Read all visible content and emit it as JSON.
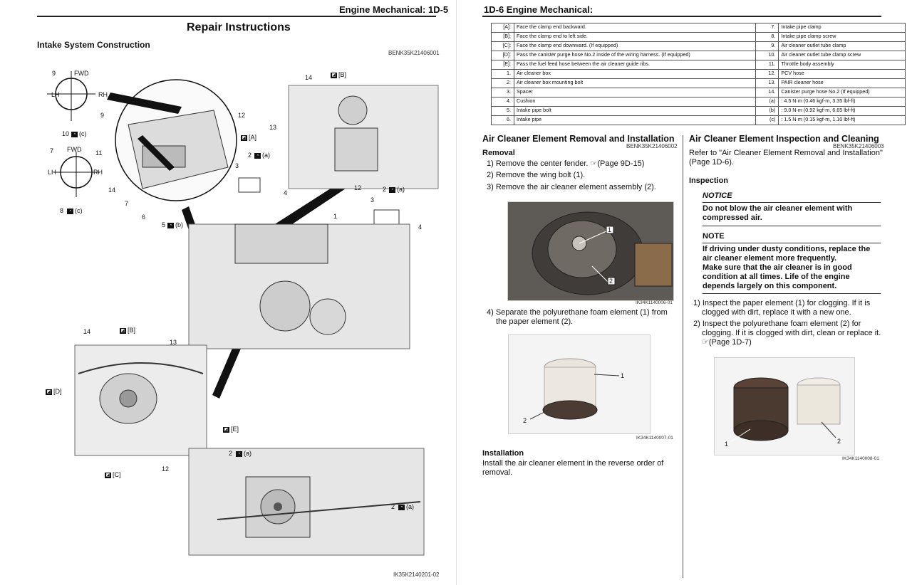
{
  "left": {
    "header": "Engine Mechanical:   1D-5",
    "title": "Repair Instructions",
    "section": "Intake System Construction",
    "code": "BENK35K21406001",
    "figure_code": "IK35K2140201-02",
    "callouts": {
      "n9": "9",
      "fwd": "FWD",
      "lh": "LH",
      "rh": "RH",
      "n10": "10",
      "tc": "(c)",
      "n7": "7",
      "n8": "8",
      "n11": "11",
      "n14": "14",
      "n6": "6",
      "n5": "5",
      "tb": "(b)",
      "n12": "12",
      "nA": "[A]",
      "n2": "2",
      "ta": "(a)",
      "n3": "3",
      "n4": "4",
      "n13": "13",
      "nB": "[B]",
      "n1": "1",
      "nD": "[D]",
      "nC": "[C]",
      "nE": "[E]"
    }
  },
  "right": {
    "header": "1D-6  Engine Mechanical:",
    "legend_left": [
      {
        "key": "[A]:",
        "text": "Face the clamp end backward."
      },
      {
        "key": "[B]:",
        "text": "Face the clamp end to left side."
      },
      {
        "key": "[C]:",
        "text": "Face the clamp end downward. (If equipped)"
      },
      {
        "key": "[D]:",
        "text": "Pass the canister purge hose No.2 inside of the wiring harness. (If equipped)"
      },
      {
        "key": "[E]:",
        "text": "Pass the fuel feed hose between the air cleaner guide ribs."
      },
      {
        "key": "1.",
        "text": "Air cleaner box"
      },
      {
        "key": "2.",
        "text": "Air cleaner box mounting bolt"
      },
      {
        "key": "3.",
        "text": "Spacer"
      },
      {
        "key": "4.",
        "text": "Cushion"
      },
      {
        "key": "5.",
        "text": "Intake pipe bolt"
      },
      {
        "key": "6.",
        "text": "Intake pipe"
      }
    ],
    "legend_right": [
      {
        "key": "7.",
        "text": "Intake pipe clamp"
      },
      {
        "key": "8.",
        "text": "Intake pipe clamp screw"
      },
      {
        "key": "9.",
        "text": "Air cleaner outlet tube clamp"
      },
      {
        "key": "10.",
        "text": "Air cleaner outlet tube clamp screw"
      },
      {
        "key": "11.",
        "text": "Throttle body assembly"
      },
      {
        "key": "12.",
        "text": "PCV hose"
      },
      {
        "key": "13.",
        "text": "PAIR cleaner hose"
      },
      {
        "key": "14.",
        "text": "Canister purge hose No.2 (If equipped)"
      },
      {
        "key": "(a)",
        "text": ": 4.5 N·m (0.46 kgf-m, 3.35 lbf-ft)"
      },
      {
        "key": "(b)",
        "text": ": 9.0 N·m (0.92 kgf-m, 6.65 lbf-ft)"
      },
      {
        "key": "(c)",
        "text": ": 1.5 N·m (0.15 kgf-m, 1.10 lbf-ft)"
      }
    ],
    "removal_section": {
      "title": "Air Cleaner Element Removal and Installation",
      "code": "BENK35K21406002",
      "removal_heading": "Removal",
      "steps": [
        "1) Remove the center fender. ☞(Page 9D-15)",
        "2) Remove the wing bolt (1).",
        "3) Remove the air cleaner element assembly (2)."
      ],
      "fig1_code": "IK34K1140006-01",
      "step4_line1": "4) Separate the polyurethane foam element (1) from",
      "step4_line2": "the paper element (2).",
      "fig2_code": "IK34K1140007-01",
      "installation_heading": "Installation",
      "installation_line1": "Install the air cleaner element in the reverse order of",
      "installation_line2": "removal."
    },
    "inspection_section": {
      "title": "Air Cleaner Element Inspection and Cleaning",
      "code": "BENK35K21406003",
      "refer_line1": "Refer to \"Air Cleaner Element Removal and Installation\"",
      "refer_line2": "(Page 1D-6).",
      "inspection_heading": "Inspection",
      "notice_label": "NOTICE",
      "notice_line1": "Do not blow the air cleaner element with",
      "notice_line2": "compressed air.",
      "note_label": "NOTE",
      "note_lines": [
        "If driving under dusty conditions, replace the",
        "air cleaner element more frequently.",
        "Make sure that the air cleaner is in good",
        "condition at all times. Life of the engine",
        "depends largely on this component."
      ],
      "step1_line1": "1) Inspect the paper element (1) for clogging. If it is",
      "step1_line2": "clogged with dirt, replace it with a new one.",
      "step2_line1": "2) Inspect the polyurethane foam element (2) for",
      "step2_line2": "clogging. If it is clogged with dirt, clean or replace it.",
      "step2_line3": "☞(Page 1D-7)",
      "fig3_code": "IK34K1140008-01"
    }
  }
}
